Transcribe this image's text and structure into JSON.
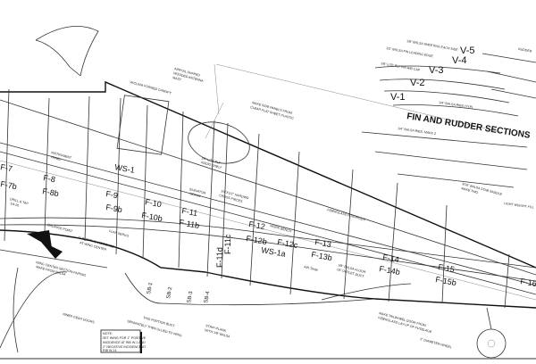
{
  "drawing": {
    "section_title": "FIN AND RUDDER SECTIONS",
    "fin_sections": [
      "V-1",
      "V-2",
      "V-3",
      "V-4",
      "V-5"
    ],
    "formers": {
      "f7": "F-7",
      "f7b": "F-7b",
      "f8": "F-8",
      "f8b": "F-8b",
      "ws1": "WS-1",
      "f9": "F-9",
      "f9b": "F-9b",
      "f10": "F-10",
      "f10b": "F-10b",
      "f11": "F-11",
      "f11b": "F-11b",
      "f11c": "F-11c",
      "f11d": "F-11d",
      "f12": "F-12",
      "f12b": "F-12b",
      "f12c": "F-12c",
      "ws1a": "WS-1a",
      "f13": "F-13",
      "f13b": "F-13b",
      "f14": "F-14",
      "f14b": "F-14b",
      "f15": "F-15",
      "f15b": "F-15b",
      "f16": "F-16"
    },
    "stab_blocks": [
      "SB-1",
      "SB-2",
      "SB-3",
      "SB-4"
    ],
    "notes": {
      "canopy": "VACUUM FORMED CANOPY",
      "antenna": [
        "AIRFOIL SHAPED",
        "WOODED ANTENNA",
        "MAST"
      ],
      "side_panels": [
        "MAKE SIDE PANELS FROM",
        "CLEAR FLAT SHEET PLASTIC"
      ],
      "radio_shelf": [
        "1/8\" LITE PLY",
        "RADIO SHELF"
      ],
      "instrument_panel": [
        "INSTRUMENT",
        "PANEL"
      ],
      "drill_tap": [
        "DRILL & TAP",
        "1/4-20"
      ],
      "balance_point": "BALANCE POINT",
      "incidence": [
        "1° POSITIVE INCIDENCE",
        "AT WING CENTER"
      ],
      "flap_servo": "FLAP SERVO",
      "elevator_servo": [
        "ELEVATOR",
        "SERVO"
      ],
      "cross_pieces": [
        "1/4\"X1/2\" HARDWD",
        "CROSS PIECES"
      ],
      "work_bench": "WORK BENCH",
      "pushrods": "FIBERGLASS PUSHRODS",
      "air_tank": "AIR TANK",
      "duct_floor": [
        "1/8\" BALSA FLOOR",
        "OF OUTLET DUCT"
      ],
      "wing_fairing": [
        "WING CENTER SECTION FAIRING",
        "MAKE FROM BALSA"
      ],
      "gear_doors": "INNER GEAR DOORS",
      "portion": [
        "THIS PORTION BUILT",
        "SEPARATELY THEN GLUED TO WING"
      ],
      "strip_plank": [
        "STRIP-PLANK",
        "WITH 1/8\" BALSA"
      ],
      "tailwheel_door": [
        "MAKE TAILWHEEL DOOR FROM",
        "FIBERGLASS LAY-UP OF FUSELAGE"
      ],
      "wheel": "2\" DIAMETER WHEEL",
      "light_fill": "LIGHT WEIGHT FILL",
      "stab_saddle": [
        "3/16\" BALSA STAB SADDLE",
        "MAKE TWO"
      ],
      "ribs_make2": "1/4\" BALSA RIBS, MAKE 2",
      "ribs_typ": "1/4\" BALSA RIBS (TYP)",
      "sheeting": "1/8\" BALSA SHEETING EACH SIDE",
      "leading_edge": "1/2\" BALSA FIN LEADING EDGE",
      "rib_cap": "1/8\" LITE PLY FIN RIB CAP",
      "rudder": "RUDDER",
      "note_box": [
        "NOTE:",
        "SET WING FOR 1° POSITIVE",
        "INCIDENCE AT RIB W-1 AND",
        "2° NEGATIVE INCIDENCE AT",
        "RIB W-14"
      ]
    }
  }
}
